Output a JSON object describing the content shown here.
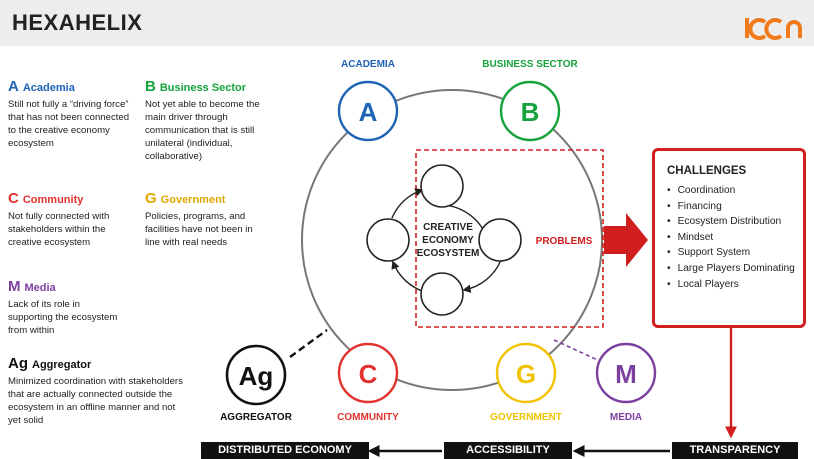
{
  "header": {
    "title": "HEXAHELIX",
    "logo": "ICCN"
  },
  "actors": {
    "academia": {
      "letter": "A",
      "name": "Academia",
      "label": "ACADEMIA",
      "description": "Still not fully a “driving force” that has not been connected to the creative economy ecosystem"
    },
    "business": {
      "letter": "B",
      "name": "Business Sector",
      "label": "BUSINESS SECTOR",
      "description": "Not yet able to become the main driver through communication that is still unilateral (individual, collaborative)"
    },
    "community": {
      "letter": "C",
      "name": "Community",
      "label": "COMMUNITY",
      "description": "Not fully connected with stakeholders within the creative ecosystem"
    },
    "government": {
      "letter": "G",
      "name": "Government",
      "label": "GOVERNMENT",
      "description": "Policies, programs, and facilities have not been in line with real needs"
    },
    "media": {
      "letter": "M",
      "name": "Media",
      "label": "MEDIA",
      "description": "Lack of its role in supporting the ecosystem from within"
    },
    "aggregator": {
      "letter": "Ag",
      "name": "Aggregator",
      "label": "AGGREGATOR",
      "description": "Minimized coordination with stakeholders that are actually connected outside the ecosystem in an offline manner and not yet solid"
    }
  },
  "ecosystem": {
    "line1": "CREATIVE",
    "line2": "ECONOMY",
    "line3": "ECOSYSTEM"
  },
  "problems_label": "PROBLEMS",
  "challenges": {
    "title": "CHALLENGES",
    "items": [
      "Coordination",
      "Financing",
      "Ecosystem Distribution",
      "Mindset",
      "Support System",
      "Large Players Dominating",
      "Local Players"
    ]
  },
  "flow": {
    "transparency": "TRANSPARENCY",
    "accessibility": "ACCESSIBILITY",
    "distributed": "DISTRIBUTED ECONOMY"
  },
  "colors": {
    "academia": "#1f63b5",
    "business": "#17a33c",
    "community": "#e0332f",
    "government": "#f0c200",
    "media": "#7b3fa0",
    "aggregator": "#111111",
    "problems": "#d11f1f"
  }
}
